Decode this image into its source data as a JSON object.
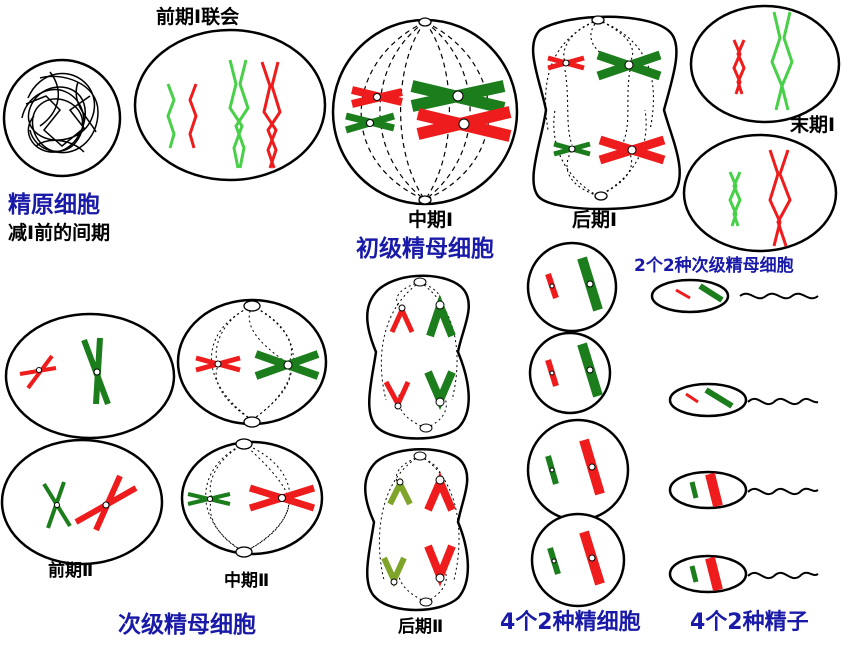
{
  "labels": {
    "prophase1_synapsis": "前期Ⅰ联会",
    "spermatogonium": "精原细胞",
    "interphase_before_meiosis1": "减Ⅰ前的间期",
    "metaphase1": "中期Ⅰ",
    "anaphase1": "后期Ⅰ",
    "primary_spermatocyte": "初级精母细胞",
    "telophase1": "末期Ⅰ",
    "secondary_spermatocytes_count": "2个2种次级精母细胞",
    "prophase2": "前期Ⅱ",
    "metaphase2": "中期Ⅱ",
    "anaphase2": "后期Ⅱ",
    "secondary_spermatocyte": "次级精母细胞",
    "spermatids_count": "4个2种精细胞",
    "sperms_count": "4个2种精子"
  },
  "colors": {
    "red_chromosome": "#ee1c1c",
    "green_chromosome": "#1b7d1b",
    "light_green_chromosome": "#49d049",
    "olive_chromosome": "#7ea52a",
    "label_blue": "#1a1aa8",
    "outline": "#000000"
  }
}
